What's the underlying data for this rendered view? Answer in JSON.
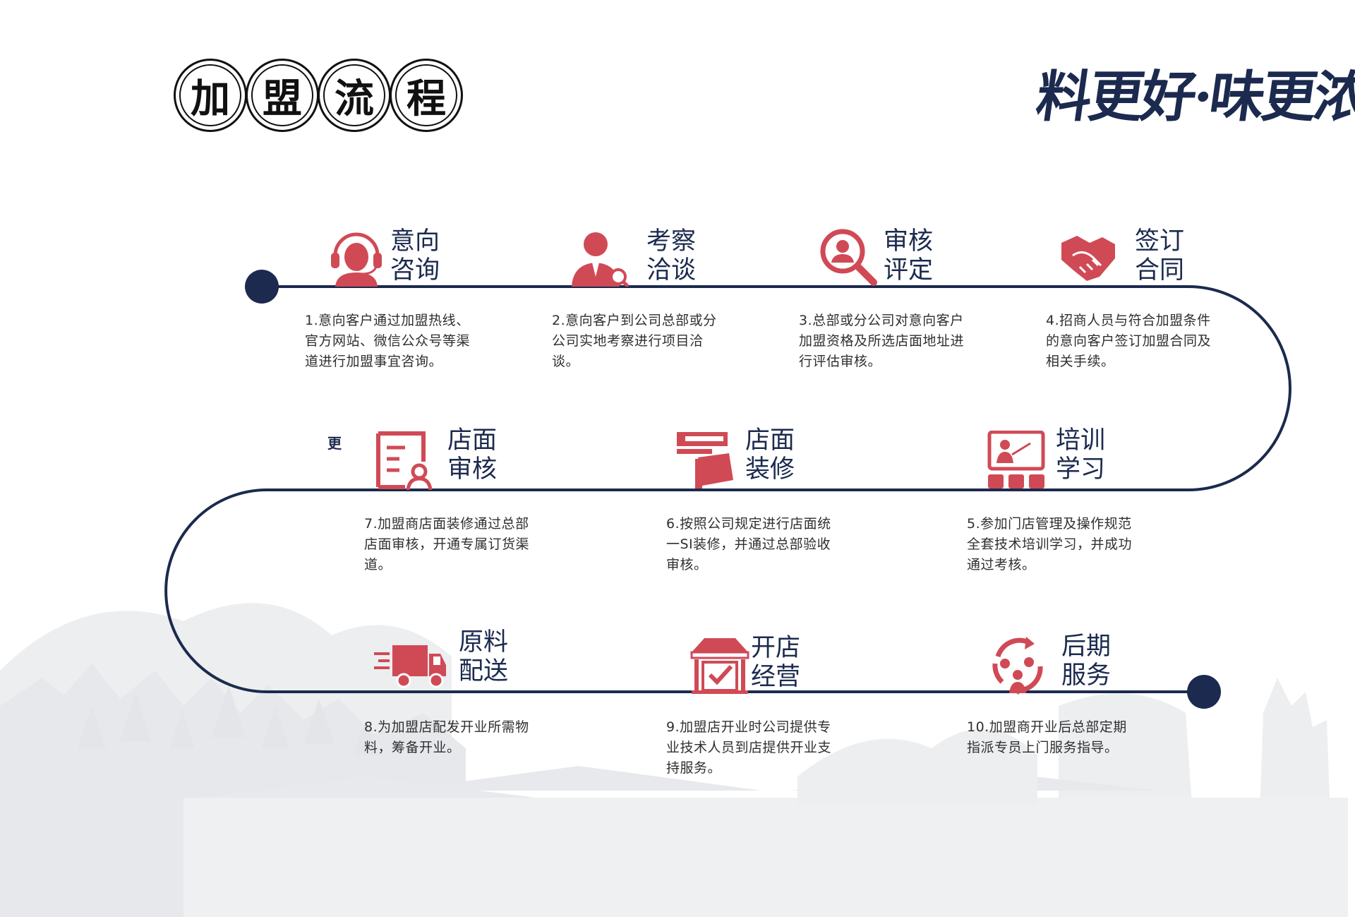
{
  "header": {
    "title_chars": [
      "加",
      "盟",
      "流",
      "程"
    ],
    "slogan": "料更好·味更浓"
  },
  "stray_mark": "更",
  "colors": {
    "accent": "#d04a56",
    "navy": "#1b2a4e",
    "scenery": "#e9eaec"
  },
  "steps": [
    {
      "title": [
        "意向",
        "咨询"
      ],
      "icon": "headset-agent-icon",
      "desc": "1.意向客户通过加盟热线、官方网站、微信公众号等渠道进行加盟事宜咨询。"
    },
    {
      "title": [
        "考察",
        "洽谈"
      ],
      "icon": "businessman-search-icon",
      "desc": "2.意向客户到公司总部或分公司实地考察进行项目洽谈。"
    },
    {
      "title": [
        "审核",
        "评定"
      ],
      "icon": "magnifier-person-icon",
      "desc": "3.总部或分公司对意向客户加盟资格及所选店面地址进行评估审核。"
    },
    {
      "title": [
        "签订",
        "合同"
      ],
      "icon": "handshake-icon",
      "desc": "4.招商人员与符合加盟条件的意向客户签订加盟合同及相关手续。"
    },
    {
      "title": [
        "培训",
        "学习"
      ],
      "icon": "training-presentation-icon",
      "desc": "5.参加门店管理及操作规范全套技术培训学习，并成功通过考核。"
    },
    {
      "title": [
        "店面",
        "装修"
      ],
      "icon": "paint-roller-icon",
      "desc": "6.按照公司规定进行店面统一SI装修，并通过总部验收审核。"
    },
    {
      "title": [
        "店面",
        "审核"
      ],
      "icon": "document-person-icon",
      "desc": "7.加盟商店面装修通过总部店面审核，开通专属订货渠道。"
    },
    {
      "title": [
        "原料",
        "配送"
      ],
      "icon": "delivery-truck-icon",
      "desc": "8.为加盟店配发开业所需物料，筹备开业。"
    },
    {
      "title": [
        "开店",
        "经营"
      ],
      "icon": "storefront-check-icon",
      "desc": "9.加盟店开业时公司提供专业技术人员到店提供开业支持服务。"
    },
    {
      "title": [
        "后期",
        "服务"
      ],
      "icon": "service-cycle-icon",
      "desc": "10.加盟商开业后总部定期指派专员上门服务指导。"
    }
  ]
}
